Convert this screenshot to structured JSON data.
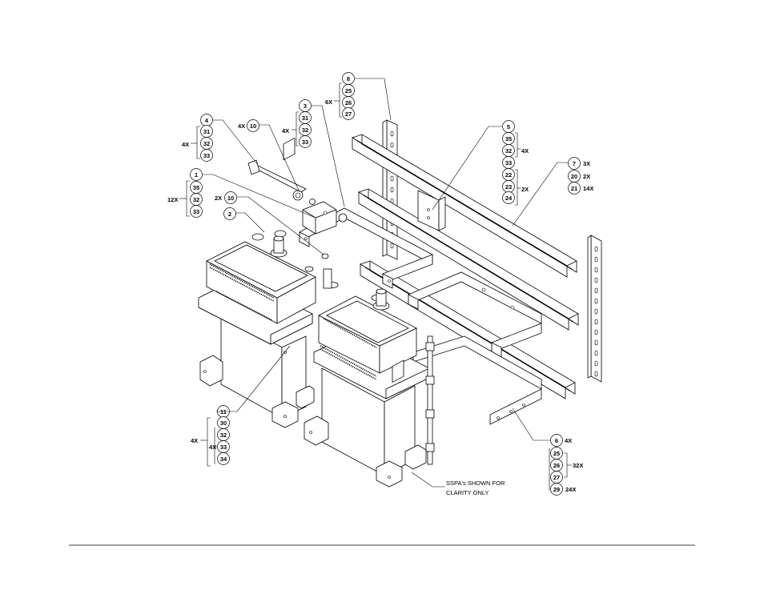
{
  "diagram": {
    "callouts": {
      "c8": "8",
      "c25a": "25",
      "c26a": "26",
      "c27a": "27",
      "c3": "3",
      "c31a": "31",
      "c32a": "32",
      "c33a": "33",
      "c4": "4",
      "c31b": "31",
      "c32b": "32",
      "c33b": "33",
      "c10a": "10",
      "c1": "1",
      "c35a": "35",
      "c32c": "32",
      "c33c": "33",
      "c10b": "10",
      "c2": "2",
      "c5": "5",
      "c35b": "35",
      "c32d": "32",
      "c33d": "33",
      "c22": "22",
      "c23": "23",
      "c24": "24",
      "c7": "7",
      "c20": "20",
      "c21": "21",
      "c11": "11",
      "c30": "30",
      "c32e": "32",
      "c33e": "33",
      "c34": "34",
      "c6": "6",
      "c25b": "25",
      "c26b": "26",
      "c27b": "27",
      "c29": "29"
    },
    "quantities": {
      "q6x": "6X",
      "q4x_3": "4X",
      "q4x_4": "4X",
      "q4x_10": "4X",
      "q12x": "12X",
      "q2x_10": "2X",
      "q4x_5": "4X",
      "q2x_5": "2X",
      "q3x": "3X",
      "q2x_20": "2X",
      "q14x": "14X",
      "q4x_11": "4X",
      "q4x_33": "4X",
      "q4x_6": "4X",
      "q32x": "32X",
      "q24x": "24X"
    },
    "note_line1": "SSPA's SHOWN FOR",
    "note_line2": "CLARITY ONLY"
  }
}
